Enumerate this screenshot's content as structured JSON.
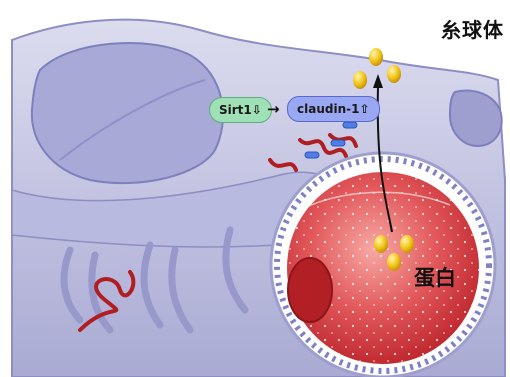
{
  "labels": {
    "glomerulus": "糸球体",
    "protein": "蛋白",
    "sirt1": "Sirt1⇩",
    "arrow": "→",
    "claudin": "claudin-1⇧"
  },
  "colors": {
    "tubule_body": "#c7c8e6",
    "tubule_shadow": "#9b9ccc",
    "glomerulus_red": "#d63b3b",
    "capillary_red": "#b01e22",
    "sirt1_pill": "#9fe0b6",
    "claudin_pill": "#9aa7f2",
    "protein_particle": "#f2c61a"
  }
}
